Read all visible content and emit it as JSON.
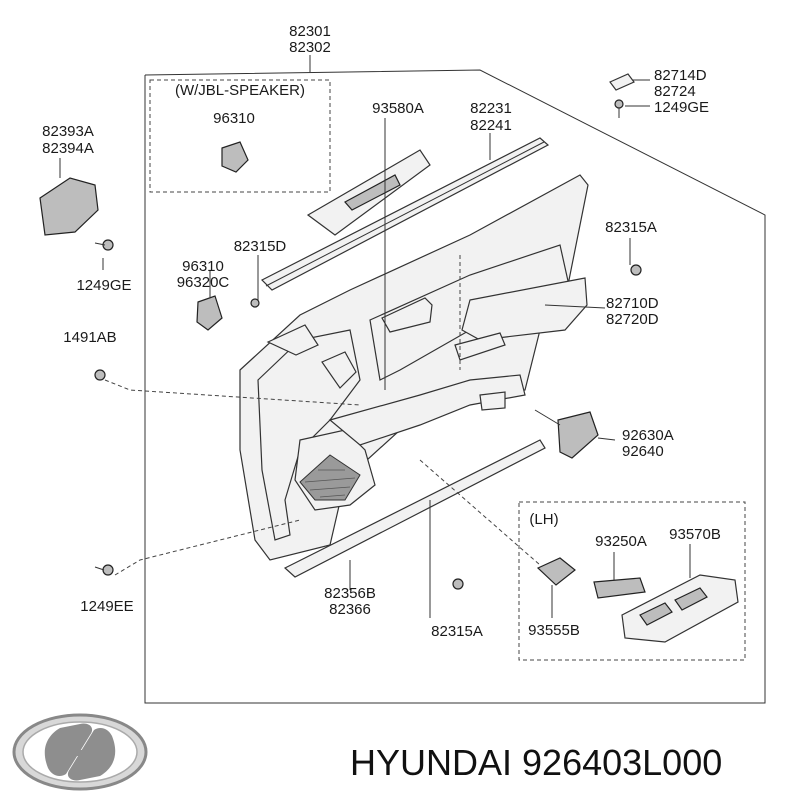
{
  "diagram": {
    "callouts": {
      "trim_assembly": [
        "82301",
        "82302"
      ],
      "jbl_box_title": "(W/JBL-SPEAKER)",
      "jbl_speaker": [
        "96310"
      ],
      "switch_panel": [
        "93580A"
      ],
      "weatherstrip": [
        "82231",
        "82241"
      ],
      "cover_cap": [
        "82714D",
        "82724"
      ],
      "cap_screw": [
        "1249GE"
      ],
      "pull_handle_bracket": [
        "82393A",
        "82394A"
      ],
      "bracket_screw": [
        "1249GE"
      ],
      "clip_upper_left": [
        "82315D"
      ],
      "clip_right": [
        "82315A"
      ],
      "speaker": [
        "96310",
        "96320C"
      ],
      "panel_upper": [
        "82710D",
        "82720D"
      ],
      "left_clip": [
        "1491AB"
      ],
      "window_switch": [
        "92630A",
        "92640"
      ],
      "lower_screw": [
        "1249EE"
      ],
      "lower_garnish": [
        "82356B",
        "82366"
      ],
      "lower_clip": [
        "82315A"
      ],
      "lh_box_title": "(LH)",
      "lh_switch_small": [
        "93250A"
      ],
      "lh_switch_main": [
        "93570B"
      ],
      "lh_bezel": [
        "93555B"
      ]
    }
  },
  "footer": {
    "logo": "hyundai-logo",
    "brand_text": "HYUNDAI 926403L000"
  }
}
